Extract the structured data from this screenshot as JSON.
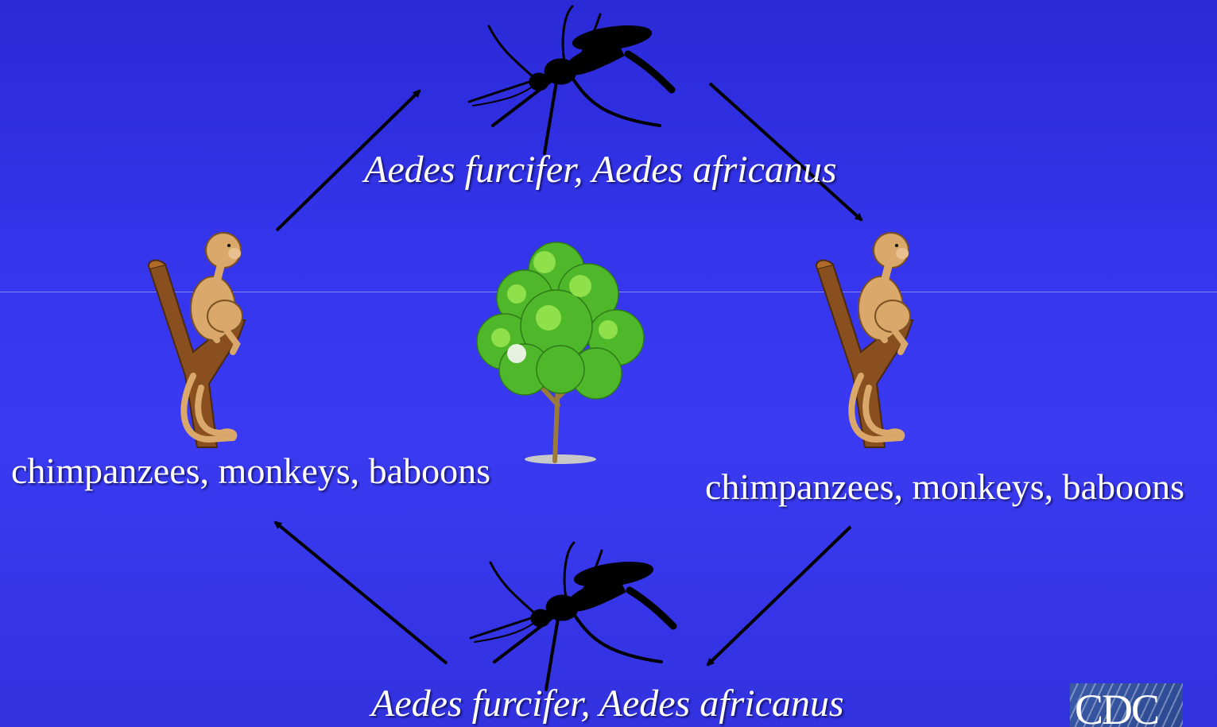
{
  "diagram": {
    "nodes": [
      {
        "id": "vector-top",
        "label": "Aedes furcifer, Aedes africanus",
        "icon": "mosquito-icon"
      },
      {
        "id": "host-right",
        "label": "chimpanzees, monkeys, baboons",
        "icon": "monkey-on-branch-icon"
      },
      {
        "id": "vector-bottom",
        "label": "Aedes furcifer, Aedes africanus",
        "icon": "mosquito-icon"
      },
      {
        "id": "host-left",
        "label": "chimpanzees, monkeys, baboons",
        "icon": "monkey-on-branch-icon"
      }
    ],
    "center_icon": "tree-icon",
    "edges": [
      {
        "from": "host-left",
        "to": "vector-top"
      },
      {
        "from": "vector-top",
        "to": "host-right"
      },
      {
        "from": "host-right",
        "to": "vector-bottom"
      },
      {
        "from": "vector-bottom",
        "to": "host-left"
      }
    ]
  },
  "logo": {
    "text": "CDC"
  },
  "colors": {
    "background": "#3434ea",
    "text": "#ffffff",
    "arrow": "#000000",
    "silhouette": "#000000",
    "tree_foliage": "#4fb82a",
    "tree_trunk": "#9b7a3c",
    "monkey_fur": "#d9a86a",
    "branch": "#8a4f1e"
  }
}
